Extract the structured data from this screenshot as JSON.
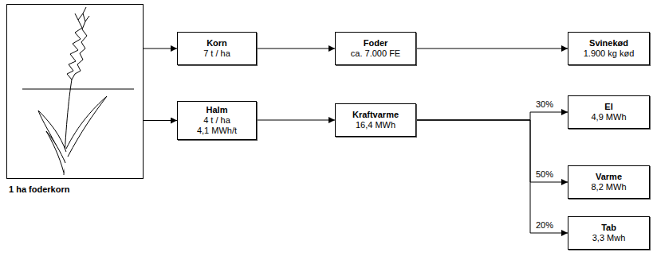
{
  "diagram": {
    "nodes": [
      {
        "text": [
          "1 ha foderkorn"
        ]
      },
      {
        "text": [
          "Korn",
          "7 t / ha"
        ]
      },
      {
        "text": [
          "Foder",
          "ca. 7.000 FE"
        ]
      },
      {
        "text": [
          "Svinekød",
          "1.900 kg kød"
        ]
      },
      {
        "text": [
          "Halm",
          "4 t / ha",
          "4,1 MWh/t"
        ]
      },
      {
        "text": [
          "Kraftvarme",
          "16,4 MWh"
        ]
      },
      {
        "text": [
          "El",
          "4,9 MWh"
        ]
      },
      {
        "text": [
          "Varme",
          "8,2 MWh"
        ]
      },
      {
        "text": [
          "Tab",
          "3,3 Mwh"
        ]
      }
    ],
    "edges": [
      {
        "from": 0,
        "to": 1,
        "arrow": "to"
      },
      {
        "from": 0,
        "to": 4,
        "arrow": "to"
      },
      {
        "from": 1,
        "to": 2,
        "arrow": "to"
      },
      {
        "from": 2,
        "to": 3,
        "arrow": "to"
      },
      {
        "from": 4,
        "to": 5,
        "arrow": "to"
      },
      {
        "from": 5,
        "to": 6,
        "label": "30%",
        "arrow": "to"
      },
      {
        "from": 5,
        "to": 7,
        "label": "50%",
        "arrow": "to"
      },
      {
        "from": 5,
        "to": 8,
        "label": "20%",
        "arrow": "to"
      }
    ]
  }
}
